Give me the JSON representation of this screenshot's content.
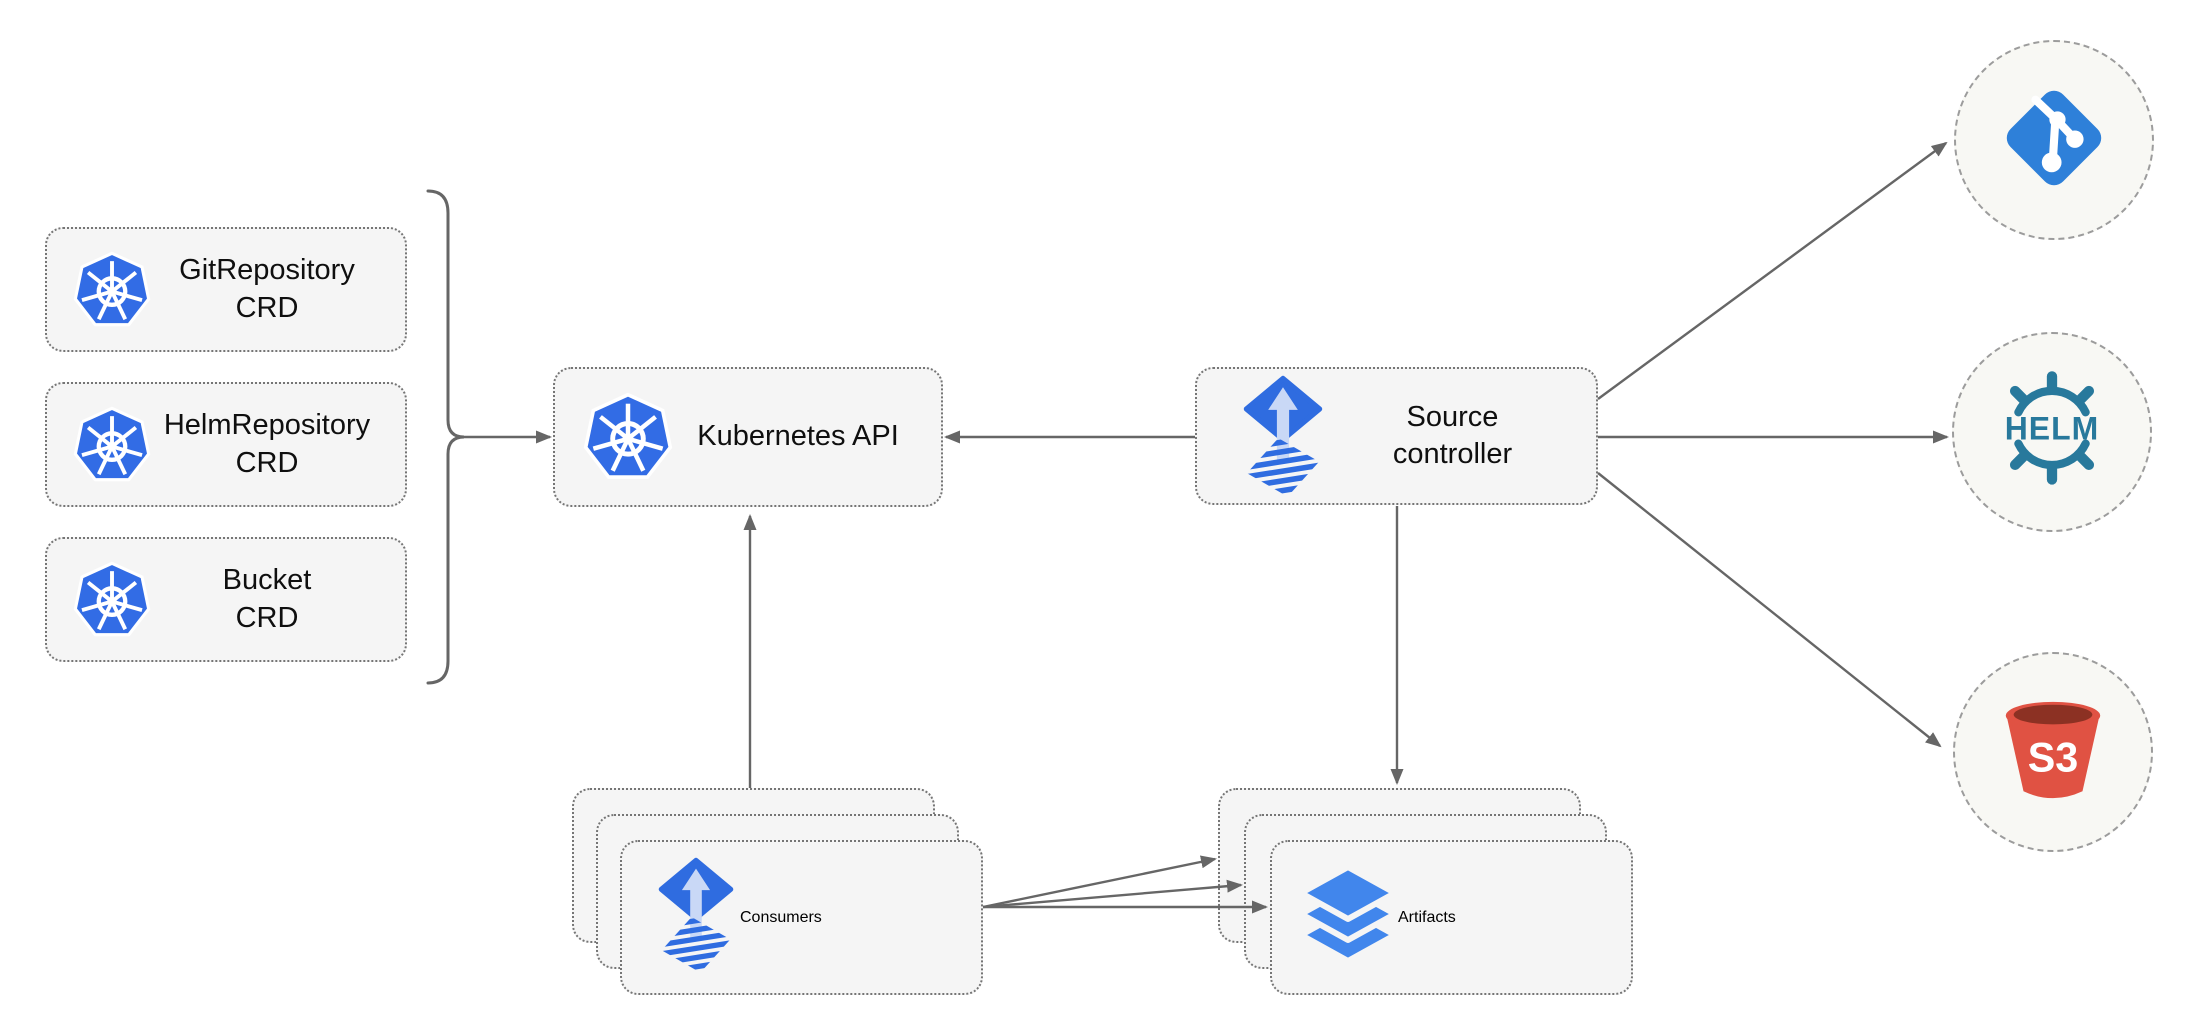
{
  "colors": {
    "box_fill": "#f5f5f5",
    "box_border": "#757575",
    "circle_fill": "#f8f8f4",
    "circle_border": "#9c9c9c",
    "connector": "#666666",
    "text": "#0f0f0f",
    "kubernetes_blue": "#326ce5",
    "flux_blue": "#2f6ce0",
    "flux_arrow_light": "#c9d8f6",
    "layers_blue": "#4186ec",
    "git_blue": "#2e80d9",
    "helm_teal": "#28799c",
    "s3_red": "#e05243",
    "s3_dark_red": "#8c3123",
    "icon_white": "#ffffff"
  },
  "nodes": {
    "crd_list": [
      {
        "line1": "GitRepository",
        "line2": "CRD",
        "icon": "kubernetes-icon"
      },
      {
        "line1": "HelmRepository",
        "line2": "CRD",
        "icon": "kubernetes-icon"
      },
      {
        "line1": "Bucket",
        "line2": "CRD",
        "icon": "kubernetes-icon"
      }
    ],
    "kubernetes_api": {
      "label": "Kubernetes API",
      "icon": "kubernetes-icon"
    },
    "source_controller": {
      "line1": "Source",
      "line2": "controller",
      "icon": "flux-icon"
    },
    "consumers": {
      "label": "Consumers",
      "icon": "flux-icon",
      "stack_count": 3
    },
    "artifacts": {
      "label": "Artifacts",
      "icon": "layers-icon",
      "stack_count": 3
    }
  },
  "external_targets": {
    "git": {
      "icon": "git-icon"
    },
    "helm": {
      "icon": "helm-icon",
      "text": "HELM"
    },
    "s3": {
      "icon": "s3-bucket-icon",
      "text": "S3"
    }
  },
  "edges": [
    {
      "from": "crd-group",
      "to": "kubernetes-api"
    },
    {
      "from": "source-controller",
      "to": "kubernetes-api"
    },
    {
      "from": "consumers",
      "to": "kubernetes-api"
    },
    {
      "from": "source-controller",
      "to": "artifacts"
    },
    {
      "from": "consumers",
      "to": "artifacts"
    },
    {
      "from": "consumers",
      "to": "artifacts"
    },
    {
      "from": "consumers",
      "to": "artifacts"
    },
    {
      "from": "source-controller",
      "to": "git"
    },
    {
      "from": "source-controller",
      "to": "helm"
    },
    {
      "from": "source-controller",
      "to": "s3"
    }
  ]
}
